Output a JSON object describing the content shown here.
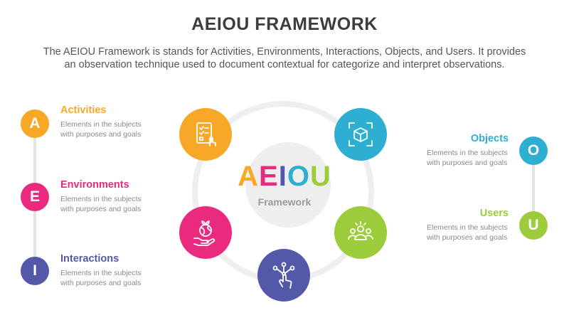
{
  "header": {
    "title": "AEIOU FRAMEWORK",
    "description_line1": "The AEIOU Framework is stands for Activities, Environments, Interactions, Objects, and Users. It provides",
    "description_line2": "an observation technique used to document contextual for categorize and interpret observations."
  },
  "colors": {
    "a": "#f7a826",
    "e": "#ea2a7f",
    "i": "#5359a8",
    "o": "#2eaed1",
    "u": "#9ccc3c"
  },
  "items": {
    "a": {
      "letter": "A",
      "title": "Activities",
      "desc1": "Elements in the subjects",
      "desc2": "with purposes and goals"
    },
    "e": {
      "letter": "E",
      "title": "Environments",
      "desc1": "Elements in the subjects",
      "desc2": "with purposes and goals"
    },
    "i": {
      "letter": "I",
      "title": "Interactions",
      "desc1": "Elements in the subjects",
      "desc2": "with purposes and goals"
    },
    "o": {
      "letter": "O",
      "title": "Objects",
      "desc1": "Elements in the subjects",
      "desc2": "with purposes and goals"
    },
    "u": {
      "letter": "U",
      "title": "Users",
      "desc1": "Elements in the subjects",
      "desc2": "with purposes and goals"
    }
  },
  "center": {
    "letters": [
      "A",
      "E",
      "I",
      "O",
      "U"
    ],
    "subtitle": "Framework"
  },
  "icons": {
    "a": "checklist-tap-icon",
    "o": "3d-cube-scan-icon",
    "u": "group-users-icon",
    "i": "finger-tap-network-icon",
    "e": "hand-plant-globe-icon"
  }
}
